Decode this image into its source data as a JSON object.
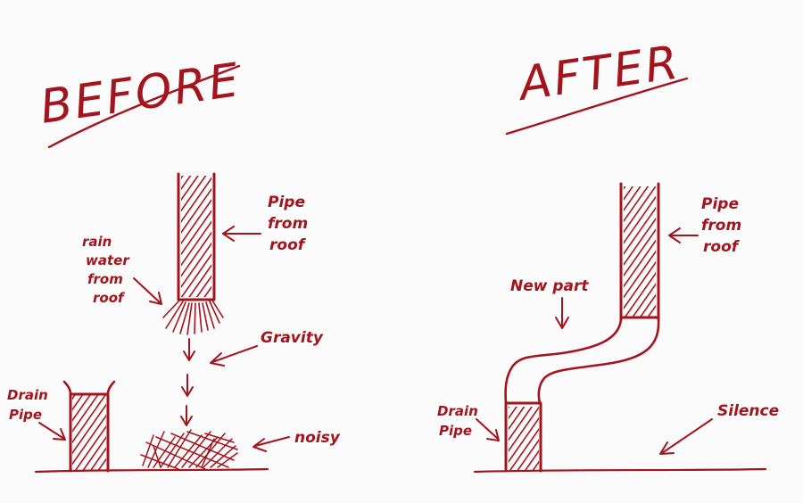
{
  "before": {
    "title": "BEFORE",
    "pipe_from_roof": [
      "Pipe",
      "from",
      "roof"
    ],
    "rain_water_from_roof": [
      "rain",
      "water",
      "from",
      "roof"
    ],
    "gravity": "Gravity",
    "drain_pipe": [
      "Drain",
      "Pipe"
    ],
    "noisy": "noisy"
  },
  "after": {
    "title": "AFTER",
    "pipe_from_roof": [
      "Pipe",
      "from",
      "roof"
    ],
    "new_part": "New part",
    "drain_pipe": [
      "Drain",
      "Pipe"
    ],
    "silence": "Silence"
  },
  "colors": {
    "ink": "#a3141c",
    "paper": "#fcfbfb"
  }
}
